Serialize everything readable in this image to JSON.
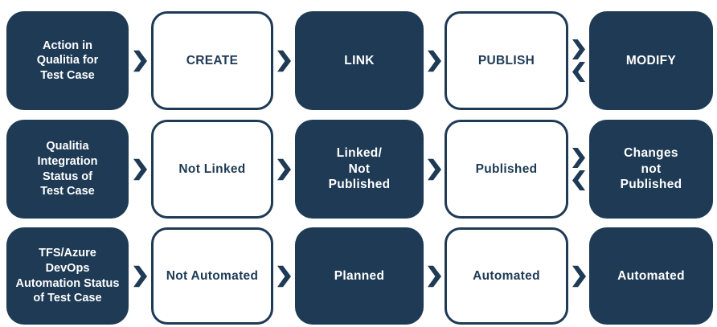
{
  "colors": {
    "navy": "#1e3a55",
    "light_box_fill": "#ffffff",
    "light_box_text": "#1e3a55",
    "dark_box_text": "#ffffff"
  },
  "diagram": {
    "type": "flowchart",
    "rows": [
      {
        "cells": [
          {
            "label": "Action in\nQualitia for\nTest Case",
            "style": "dark"
          },
          {
            "label": "CREATE",
            "style": "light"
          },
          {
            "label": "LINK",
            "style": "dark"
          },
          {
            "label": "PUBLISH",
            "style": "light"
          },
          {
            "label": "MODIFY",
            "style": "dark"
          }
        ],
        "arrows": [
          "single-right",
          "single-right",
          "single-right",
          "double-bidirectional"
        ]
      },
      {
        "cells": [
          {
            "label": "Qualitia\nIntegration\nStatus of\nTest Case",
            "style": "dark"
          },
          {
            "label": "Not Linked",
            "style": "light"
          },
          {
            "label": "Linked/\nNot\nPublished",
            "style": "dark"
          },
          {
            "label": "Published",
            "style": "light"
          },
          {
            "label": "Changes\nnot\nPublished",
            "style": "dark"
          }
        ],
        "arrows": [
          "single-right",
          "single-right",
          "single-right",
          "double-bidirectional"
        ]
      },
      {
        "cells": [
          {
            "label": "TFS/Azure\nDevOps\nAutomation Status\nof Test Case",
            "style": "dark"
          },
          {
            "label": "Not Automated",
            "style": "light"
          },
          {
            "label": "Planned",
            "style": "dark"
          },
          {
            "label": "Automated",
            "style": "light"
          },
          {
            "label": "Automated",
            "style": "dark"
          }
        ],
        "arrows": [
          "single-right",
          "single-right",
          "single-right",
          "single-right"
        ]
      }
    ]
  }
}
